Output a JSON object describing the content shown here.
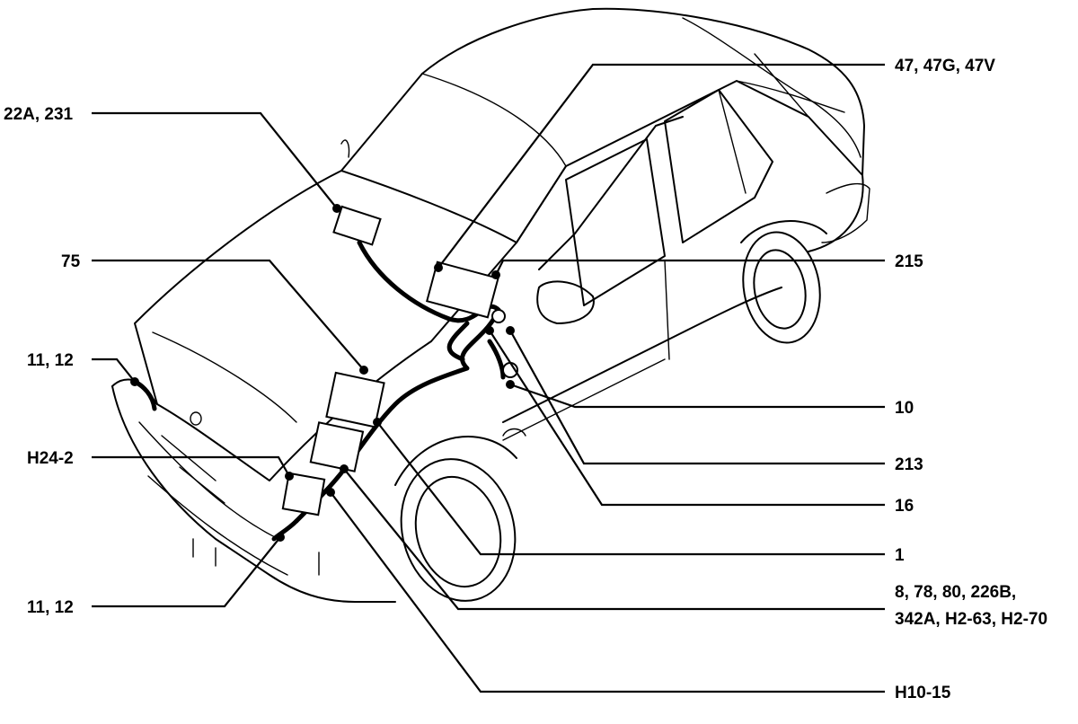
{
  "callouts": {
    "c_22a_231": "22A, 231",
    "c_75": "75",
    "c_11_12_upper": "11, 12",
    "c_h24_2": "H24-2",
    "c_11_12_lower": "11, 12",
    "c_47": "47, 47G, 47V",
    "c_215": "215",
    "c_10": "10",
    "c_213": "213",
    "c_16": "16",
    "c_1": "1",
    "c_multi_line1": "8, 78, 80, 226B,",
    "c_multi_line2": "342A, H2-63, H2-70",
    "c_h10_15": "H10-15"
  }
}
